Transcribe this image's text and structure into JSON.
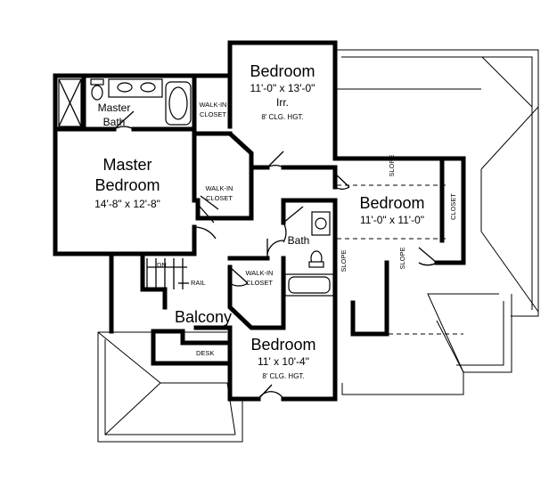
{
  "rooms": {
    "bedroom_top": {
      "name": "Bedroom",
      "dims": "11'-0\" x 13'-0\"",
      "note": "Irr.",
      "ceiling": "8' CLG. HGT."
    },
    "master_bedroom": {
      "name_line1": "Master",
      "name_line2": "Bedroom",
      "dims": "14'-8\" x 12'-8\""
    },
    "master_bath": {
      "name_line1": "Master",
      "name_line2": "Bath"
    },
    "bedroom_right": {
      "name": "Bedroom",
      "dims": "11'-0\" x 11'-0\""
    },
    "bath": {
      "name": "Bath"
    },
    "bedroom_bottom": {
      "name": "Bedroom",
      "dims": "11' x 10'-4\"",
      "ceiling": "8' CLG. HGT."
    },
    "balcony": {
      "name": "Balcony"
    }
  },
  "labels": {
    "walkin_1": "WALK-IN",
    "closet_1": "CLOSET",
    "walkin_2": "WALK-IN",
    "closet_2": "CLOSET",
    "walkin_3": "WALK-IN",
    "closet_3": "CLOSET",
    "closet_right": "CLOSET",
    "slope_1": "SLOPE",
    "slope_2": "SLOPE",
    "slope_3": "SLOPE",
    "dn": "DN",
    "rail": "RAIL",
    "desk": "DESK"
  }
}
